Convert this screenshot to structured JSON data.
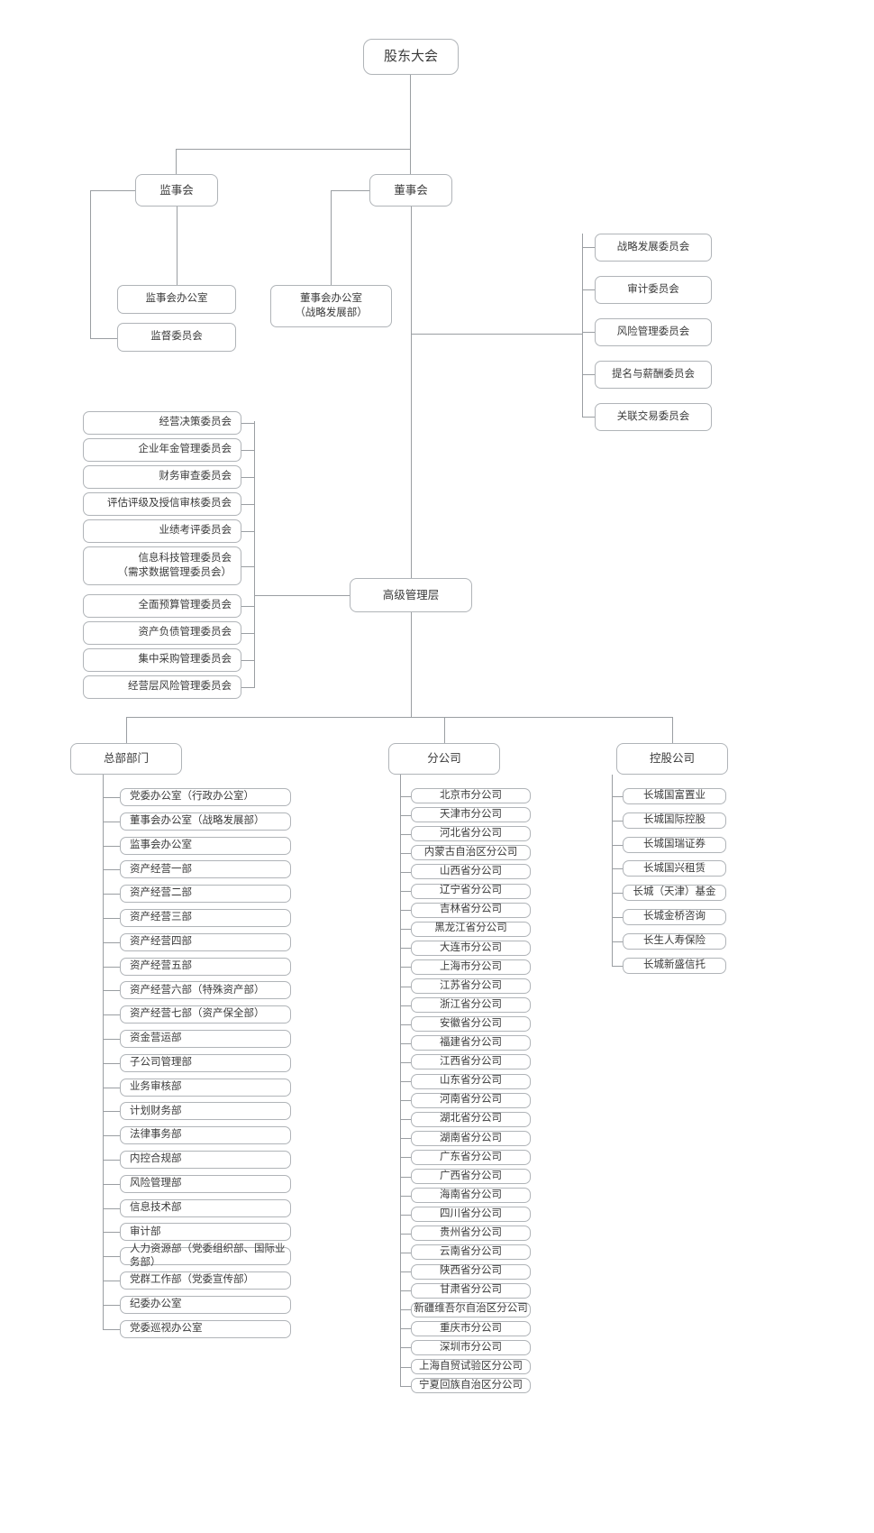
{
  "meta": {
    "title": "公司组织架构图",
    "line_color": "#9a9ea2",
    "border_color": "#b0b4b8",
    "text_color": "#3a3a3a",
    "background": "#ffffff"
  },
  "chart_data": {
    "type": "diagram",
    "title": "公司组织架构图",
    "root": "股东大会",
    "levels": [
      [
        "股东大会"
      ],
      [
        "监事会",
        "董事会"
      ],
      [
        "高级管理层"
      ],
      [
        "总部部门",
        "分公司",
        "控股公司"
      ]
    ]
  },
  "top": {
    "shareholders_meeting": "股东大会"
  },
  "supervisory": {
    "board": "监事会",
    "children": [
      "监事会办公室",
      "监督委员会"
    ]
  },
  "directors": {
    "board": "董事会",
    "office": "董事会办公室\n（战略发展部）",
    "committees": [
      "战略发展委员会",
      "审计委员会",
      "风险管理委员会",
      "提名与薪酬委员会",
      "关联交易委员会"
    ]
  },
  "management": {
    "label": "高级管理层",
    "committees": [
      "经营决策委员会",
      "企业年金管理委员会",
      "财务审查委员会",
      "评估评级及授信审核委员会",
      "业绩考评委员会",
      "信息科技管理委员会\n（需求数据管理委员会）",
      "全面预算管理委员会",
      "资产负债管理委员会",
      "集中采购管理委员会",
      "经营层风险管理委员会"
    ]
  },
  "headquarters": {
    "label": "总部部门",
    "departments": [
      "党委办公室（行政办公室）",
      "董事会办公室（战略发展部）",
      "监事会办公室",
      "资产经营一部",
      "资产经营二部",
      "资产经营三部",
      "资产经营四部",
      "资产经营五部",
      "资产经营六部（特殊资产部）",
      "资产经营七部（资产保全部）",
      "资金营运部",
      "子公司管理部",
      "业务审核部",
      "计划财务部",
      "法律事务部",
      "内控合规部",
      "风险管理部",
      "信息技术部",
      "审计部",
      "人力资源部（党委组织部、国际业务部）",
      "党群工作部（党委宣传部）",
      "纪委办公室",
      "党委巡视办公室"
    ]
  },
  "branches": {
    "label": "分公司",
    "items": [
      "北京市分公司",
      "天津市分公司",
      "河北省分公司",
      "内蒙古自治区分公司",
      "山西省分公司",
      "辽宁省分公司",
      "吉林省分公司",
      "黑龙江省分公司",
      "大连市分公司",
      "上海市分公司",
      "江苏省分公司",
      "浙江省分公司",
      "安徽省分公司",
      "福建省分公司",
      "江西省分公司",
      "山东省分公司",
      "河南省分公司",
      "湖北省分公司",
      "湖南省分公司",
      "广东省分公司",
      "广西省分公司",
      "海南省分公司",
      "四川省分公司",
      "贵州省分公司",
      "云南省分公司",
      "陕西省分公司",
      "甘肃省分公司",
      "新疆维吾尔自治区分公司",
      "重庆市分公司",
      "深圳市分公司",
      "上海自贸试验区分公司",
      "宁夏回族自治区分公司"
    ]
  },
  "holdings": {
    "label": "控股公司",
    "items": [
      "长城国富置业",
      "长城国际控股",
      "长城国瑞证券",
      "长城国兴租赁",
      "长城（天津）基金",
      "长城金桥咨询",
      "长生人寿保险",
      "长城新盛信托"
    ]
  }
}
